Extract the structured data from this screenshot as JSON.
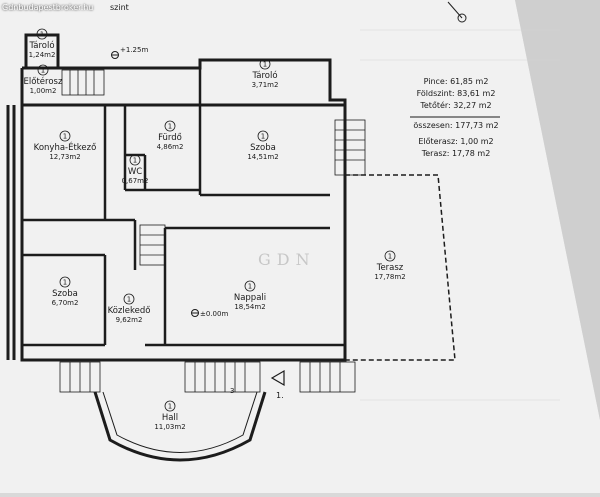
{
  "header": {
    "title_fragment": "szint",
    "source_watermark": "Gdnbudapestbroker.hu",
    "brand_watermark": "GDN"
  },
  "rooms": [
    {
      "num": "1",
      "name": "Tároló",
      "area": "1,24m2"
    },
    {
      "num": "1",
      "name": "Előtérosz",
      "area": "1,00m2"
    },
    {
      "num": "1",
      "name": "Tároló",
      "area": "3,71m2"
    },
    {
      "num": "1",
      "name": "Konyha-Étkező",
      "area": "12,73m2"
    },
    {
      "num": "1",
      "name": "Fürdő",
      "area": "4,86m2"
    },
    {
      "num": "1",
      "name": "WC",
      "area": "0,67m2"
    },
    {
      "num": "1",
      "name": "Szoba",
      "area": "14,51m2"
    },
    {
      "num": "1",
      "name": "Szoba",
      "area": "6,70m2"
    },
    {
      "num": "1",
      "name": "Közlekedő",
      "area": "9,62m2"
    },
    {
      "num": "1",
      "name": "Nappali",
      "area": "18,54m2"
    },
    {
      "num": "1",
      "name": "Terasz",
      "area": "17,78m2"
    },
    {
      "num": "1",
      "name": "Hall",
      "area": "11,03m2"
    }
  ],
  "levels": {
    "top_level": "+1.25m",
    "floor_level": "±0.00m",
    "entrance_marker": "1.",
    "stair_marker": "3"
  },
  "summary": [
    {
      "label": "Pince:",
      "value": "61,85 m2"
    },
    {
      "label": "Földszint:",
      "value": "83,61 m2"
    },
    {
      "label": "Tetőtér:",
      "value": "32,27 m2"
    },
    {
      "label": "összesen:",
      "value": "177,73 m2"
    },
    {
      "label": "Előterasz:",
      "value": "1,00 m2"
    },
    {
      "label": "Terasz:",
      "value": "17,78 m2"
    }
  ]
}
